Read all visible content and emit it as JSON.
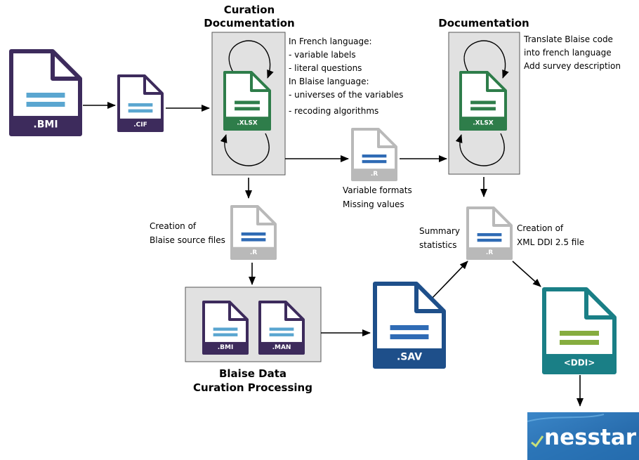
{
  "colors": {
    "purple": "#3d2b5c",
    "green": "#2e7d4a",
    "gray": "#b9b9b9",
    "blue": "#1e4f8a",
    "teal": "#1a7f86",
    "bar_light_blue": "#5aa6d0",
    "bar_blue": "#2f6bb5",
    "bar_green": "#86ad3f",
    "box_fill": "#e1e1e1"
  },
  "titles": {
    "curation_line1": "Curation",
    "curation_line2": "Documentation",
    "documentation": "Documentation",
    "blaise_line1": "Blaise Data",
    "blaise_line2": "Curation Processing"
  },
  "files": {
    "bmi_large": ".BMI",
    "cif": ".CIF",
    "xlsx_curation": ".XLSX",
    "r_middle": ".R",
    "xlsx_doc": ".XLSX",
    "r_creation": ".R",
    "bmi_small": ".BMI",
    "man": ".MAN",
    "sav": ".SAV",
    "r_summary": ".R",
    "ddi": "<DDI>"
  },
  "annotations": {
    "curation_notes": [
      "In French language:",
      "- variable labels",
      "- literal questions",
      "In Blaise language:",
      "- universes of the variables",
      "- recoding algorithms"
    ],
    "documentation_notes": [
      "Translate Blaise code",
      "into french language",
      "Add survey description"
    ],
    "r_middle_notes": [
      "Variable formats",
      "Missing values"
    ],
    "creation_notes": [
      "Creation of",
      "Blaise source files"
    ],
    "summary_notes": [
      "Summary",
      "statistics"
    ],
    "xml_notes": [
      "Creation of",
      "XML DDI 2.5 file"
    ]
  },
  "logo": {
    "name": "nesstar-logo",
    "text": "nesstar"
  }
}
